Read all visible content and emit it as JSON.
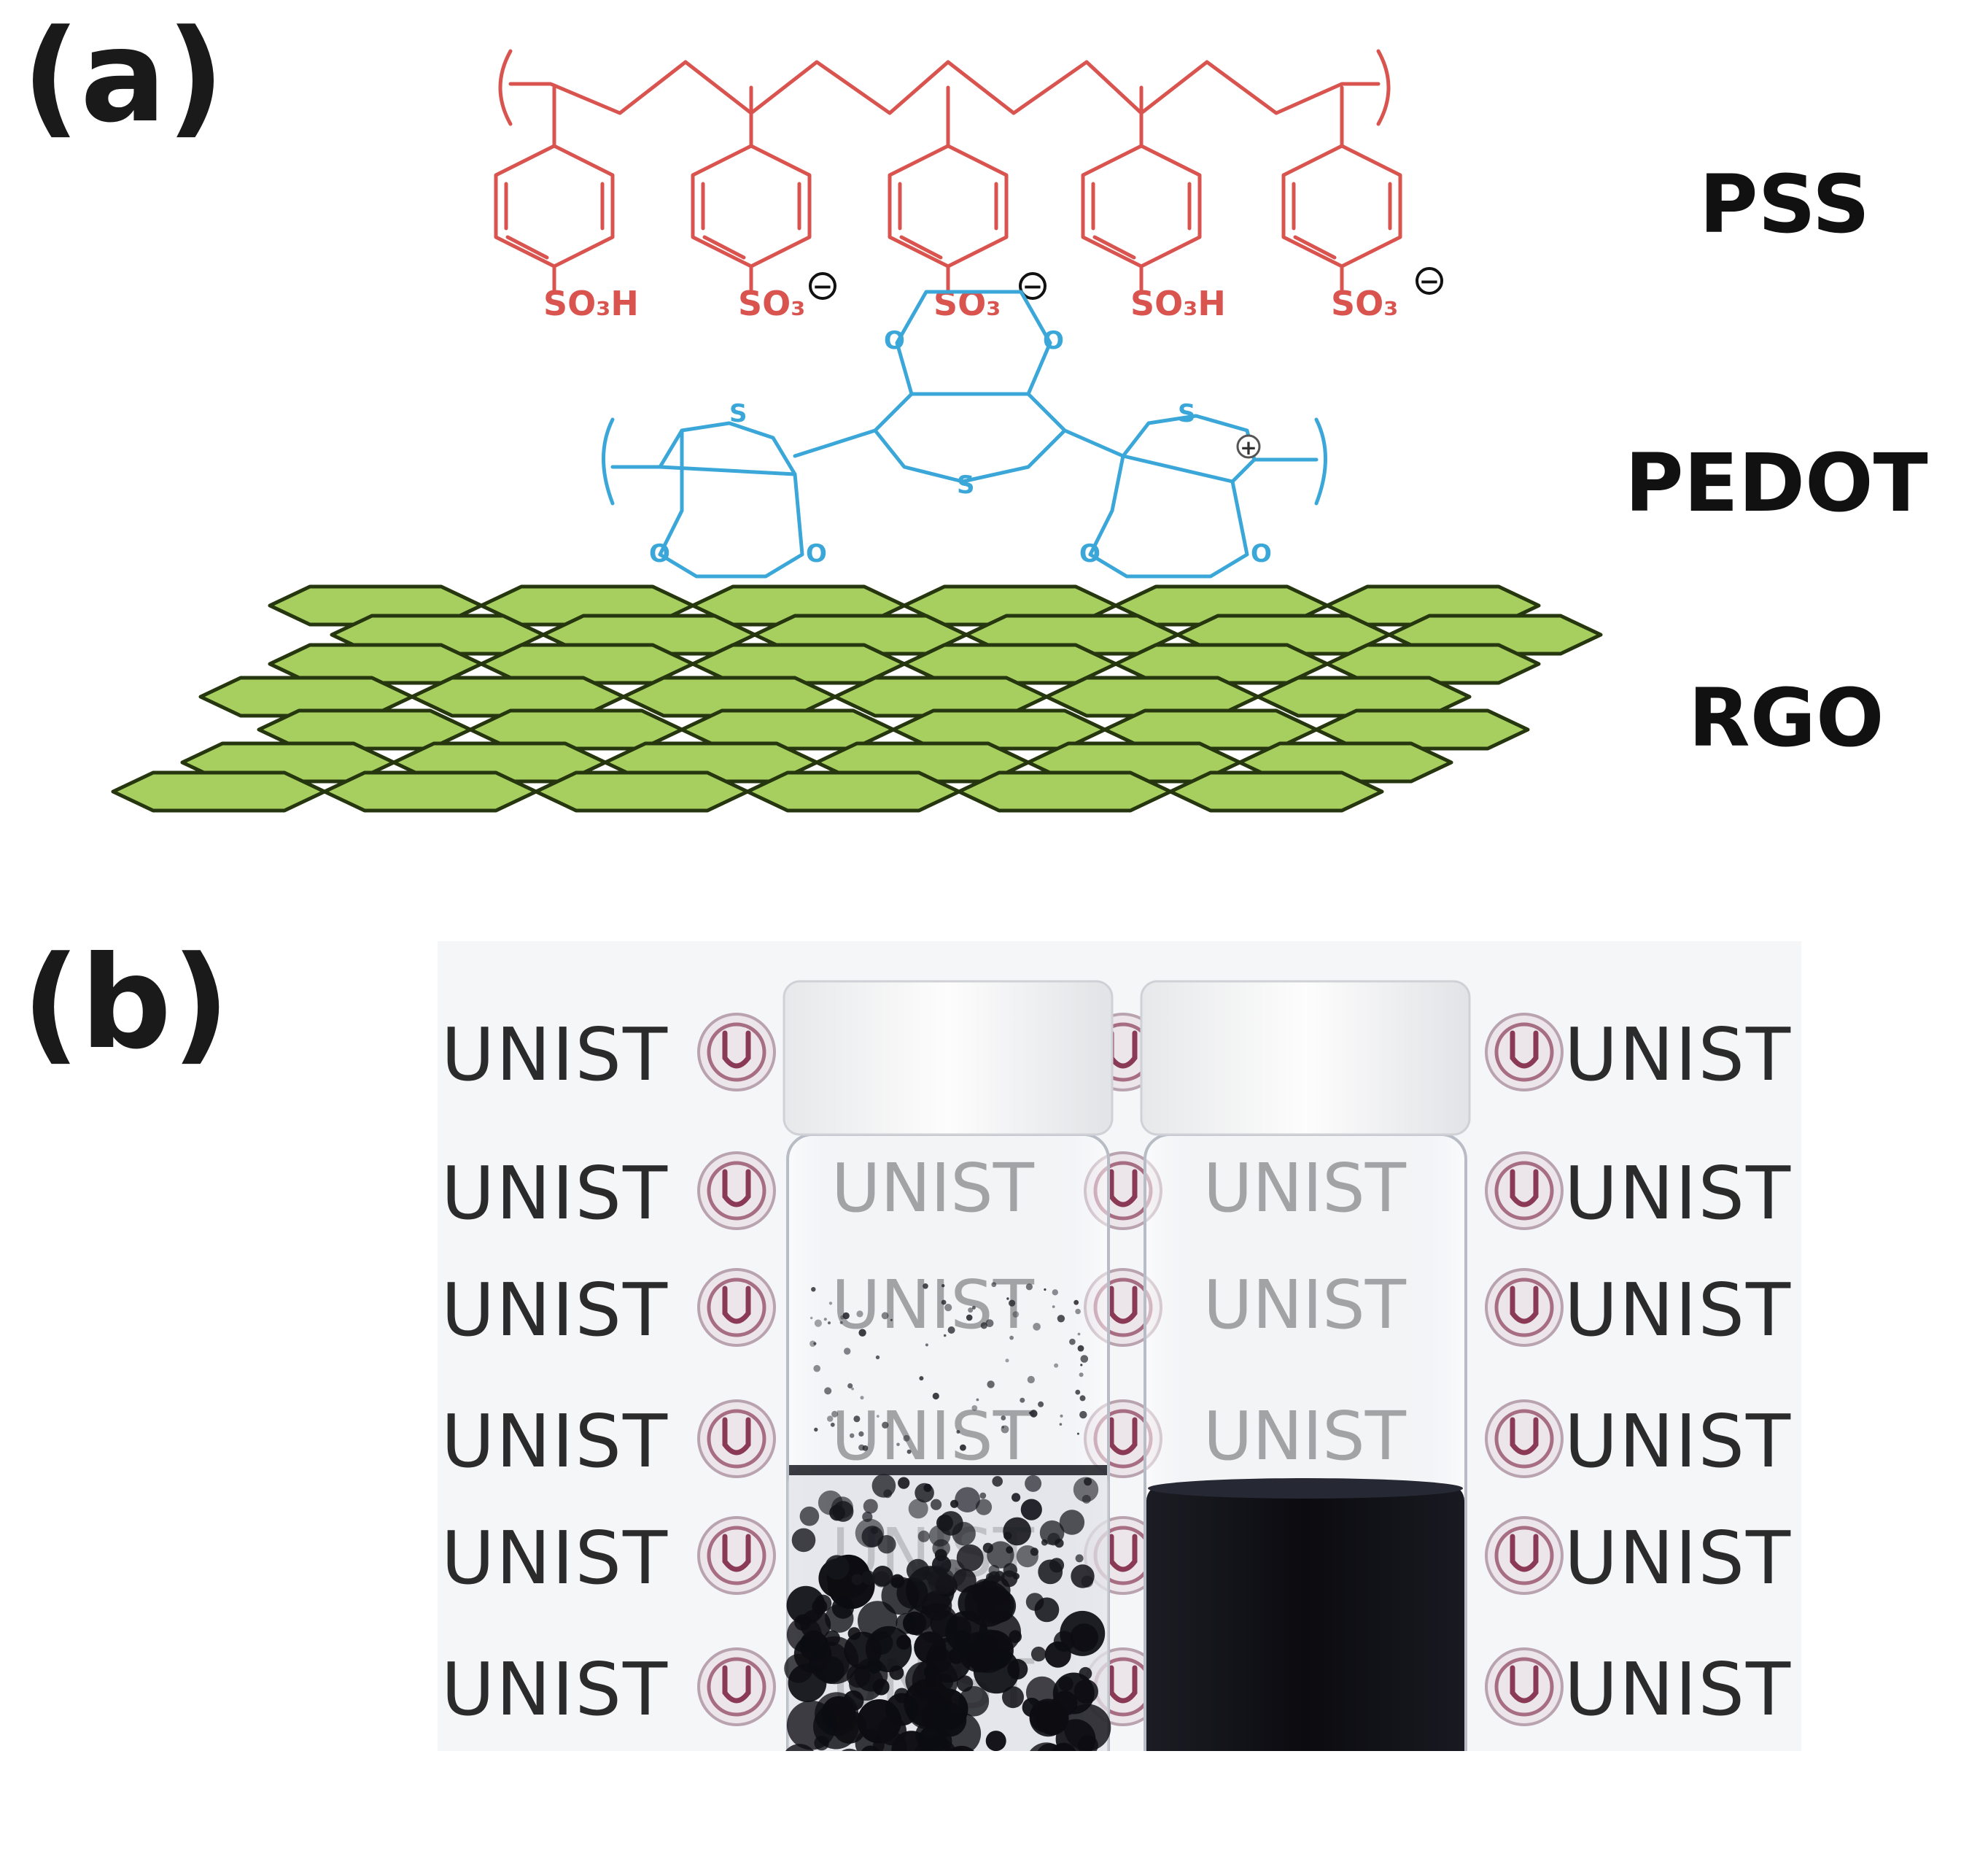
{
  "panels": {
    "a": {
      "label": "(a)"
    },
    "b": {
      "label": "(b)"
    }
  },
  "layers": {
    "pss": "PSS",
    "pedot": "PEDOT",
    "rgo": "RGO"
  },
  "pss_groups": [
    "SO₃H",
    "SO₃",
    "SO₃",
    "SO₃H",
    "SO₃"
  ],
  "pss_charges": [
    "",
    "−",
    "−",
    "",
    "−"
  ],
  "pedot_atoms": {
    "sulfur": "S",
    "oxygen": "O",
    "charge": "+"
  },
  "photo": {
    "brand_text": "UNIST",
    "colors": {
      "backdrop": "#f5f6f8",
      "logo": "#8a3a55",
      "dispersion": "#0d0e14",
      "cap": "#fbfbfb"
    }
  },
  "colors": {
    "pss": "#d9534f",
    "pedot": "#3ba7d9",
    "rgo_fill": "#a6cf5f",
    "rgo_edge": "#26360f"
  }
}
